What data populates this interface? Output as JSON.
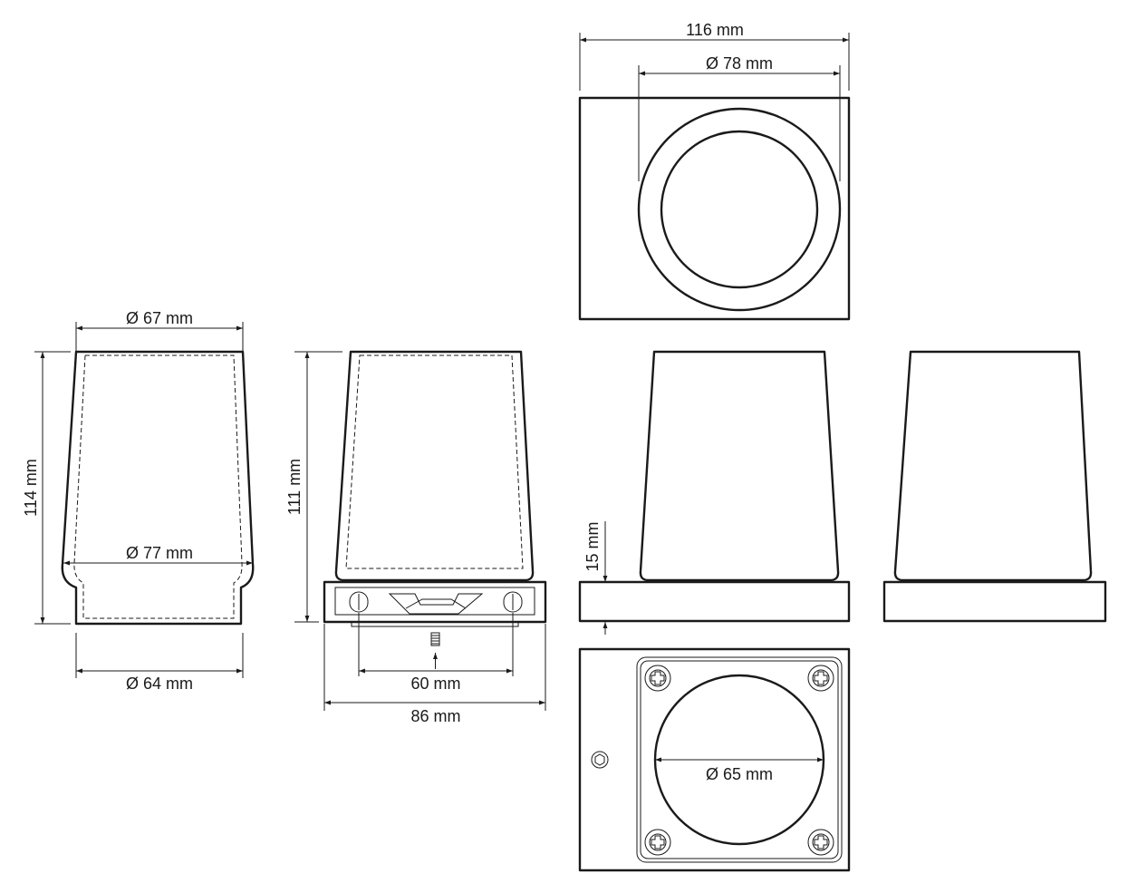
{
  "dimensions": {
    "top_width": "116 mm",
    "top_diameter": "Ø 78 mm",
    "cup_top_diameter": "Ø 67 mm",
    "cup_bottom_diameter": "Ø 77 mm",
    "cup_base_diameter": "Ø 64 mm",
    "cup_height": "114 mm",
    "assembly_height": "111 mm",
    "mount_hole_spacing": "60 mm",
    "base_width": "86 mm",
    "base_height": "15 mm",
    "bottom_opening_diameter": "Ø 65 mm"
  }
}
